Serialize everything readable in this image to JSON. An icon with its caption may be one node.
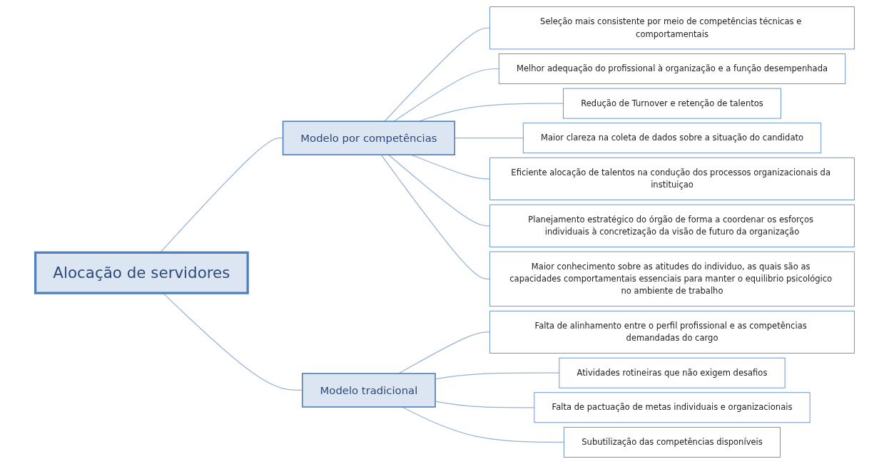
{
  "diagram": {
    "nodes": [
      {
        "text": [
          "Alocação de servidores"
        ]
      },
      {
        "text": [
          "Modelo por competências"
        ]
      },
      {
        "text": [
          "Seleção mais consistente por meio de competências técnicas e comportamentais"
        ]
      },
      {
        "text": [
          "Melhor adequação do profissional à organização e a função desempenhada"
        ]
      },
      {
        "text": [
          "Redução de Turnover e retenção de talentos"
        ]
      },
      {
        "text": [
          "Maior clareza na coleta de dados sobre a situação do candidato"
        ]
      },
      {
        "text": [
          "Eficiente alocação de talentos na condução dos processos organizacionais da instituiçao"
        ]
      },
      {
        "text": [
          "Planejamento estratégico do órgão de forma a coordenar os esforços individuais à concretização da visão de futuro da organização"
        ]
      },
      {
        "text": [
          "Maior conhecimento sobre as atitudes do individuo, as quais são as capacidades comportamentais essenciais para manter o equilibrio psicológico no ambiente de trabalho"
        ]
      },
      {
        "text": [
          "Modelo tradicional"
        ]
      },
      {
        "text": [
          "Falta de alinhamento entre o perfil profissional e as competências demandadas do cargo"
        ]
      },
      {
        "text": [
          "Atividades rotineiras que não exigem desafios"
        ]
      },
      {
        "text": [
          "Falta de pactuação de metas individuais e organizacionais"
        ]
      },
      {
        "text": [
          "Subutilização das competências disponíveis"
        ]
      }
    ],
    "edges": [
      {
        "from": 0,
        "to": 1,
        "arrow": "none"
      },
      {
        "from": 1,
        "to": 2,
        "arrow": "none"
      },
      {
        "from": 1,
        "to": 3,
        "arrow": "none"
      },
      {
        "from": 1,
        "to": 4,
        "arrow": "none"
      },
      {
        "from": 1,
        "to": 5,
        "arrow": "none"
      },
      {
        "from": 1,
        "to": 6,
        "arrow": "none"
      },
      {
        "from": 1,
        "to": 7,
        "arrow": "none"
      },
      {
        "from": 1,
        "to": 8,
        "arrow": "none"
      },
      {
        "from": 0,
        "to": 9,
        "arrow": "none"
      },
      {
        "from": 9,
        "to": 10,
        "arrow": "none"
      },
      {
        "from": 9,
        "to": 11,
        "arrow": "none"
      },
      {
        "from": 9,
        "to": 12,
        "arrow": "none"
      },
      {
        "from": 9,
        "to": 13,
        "arrow": "none"
      }
    ]
  }
}
